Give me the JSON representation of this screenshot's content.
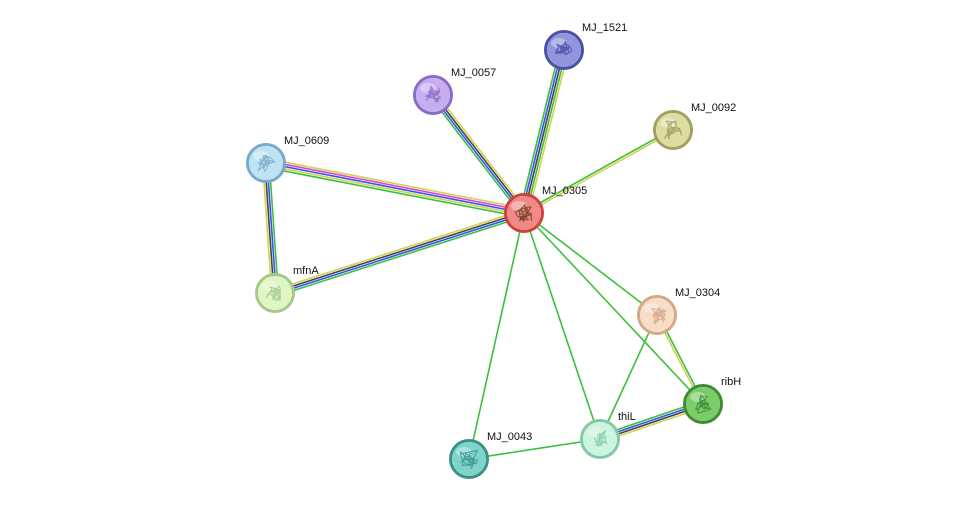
{
  "network": {
    "nodes": [
      {
        "id": "MJ_0305",
        "label": "MJ_0305",
        "color": "#f08a88",
        "stroke": "#d04040",
        "query": true,
        "icon": "protein-structure-icon"
      },
      {
        "id": "MJ_1521",
        "label": "MJ_1521",
        "color": "#8f96dc",
        "stroke": "#4a50a8",
        "icon": "protein-structure-icon"
      },
      {
        "id": "MJ_0057",
        "label": "MJ_0057",
        "color": "#c8aef0",
        "stroke": "#8a6cc8",
        "icon": "protein-structure-icon"
      },
      {
        "id": "MJ_0092",
        "label": "MJ_0092",
        "color": "#dedca2",
        "stroke": "#a0a060",
        "icon": "protein-structure-icon"
      },
      {
        "id": "MJ_0609",
        "label": "MJ_0609",
        "color": "#bfe3f5",
        "stroke": "#78aacb",
        "icon": "protein-structure-icon"
      },
      {
        "id": "mfnA",
        "label": "mfnA",
        "color": "#dff5c4",
        "stroke": "#a4c888",
        "icon": "protein-structure-icon"
      },
      {
        "id": "MJ_0304",
        "label": "MJ_0304",
        "color": "#f7dcc6",
        "stroke": "#d2a888",
        "icon": "protein-structure-icon"
      },
      {
        "id": "ribH",
        "label": "ribH",
        "color": "#7ccc6a",
        "stroke": "#3e8a36",
        "icon": "protein-structure-icon"
      },
      {
        "id": "thiL",
        "label": "thiL",
        "color": "#cbf5df",
        "stroke": "#86c8a6",
        "icon": "protein-structure-icon"
      },
      {
        "id": "MJ_0043",
        "label": "MJ_0043",
        "color": "#7fd3cb",
        "stroke": "#3a9088",
        "icon": "protein-structure-icon"
      }
    ],
    "edges": [
      {
        "from": "MJ_0305",
        "to": "MJ_1521",
        "colors": [
          "#3cc03c",
          "#3355ee",
          "#444444",
          "#3cc03c",
          "#d2d250"
        ]
      },
      {
        "from": "MJ_0305",
        "to": "MJ_0057",
        "colors": [
          "#3cc03c",
          "#3355ee",
          "#444444",
          "#d2d250"
        ]
      },
      {
        "from": "MJ_0305",
        "to": "MJ_0092",
        "colors": [
          "#3cc03c",
          "#d2d250"
        ]
      },
      {
        "from": "MJ_0305",
        "to": "MJ_0609",
        "colors": [
          "#3cc03c",
          "#d2d250",
          "#3355ee",
          "#dd44dd",
          "#d2d250"
        ]
      },
      {
        "from": "MJ_0305",
        "to": "mfnA",
        "colors": [
          "#3cc03c",
          "#3355ee",
          "#444444",
          "#d2d250"
        ]
      },
      {
        "from": "MJ_0609",
        "to": "mfnA",
        "colors": [
          "#3cc03c",
          "#3355ee",
          "#444444",
          "#d2d250"
        ]
      },
      {
        "from": "MJ_0305",
        "to": "MJ_0304",
        "colors": [
          "#3cc03c"
        ]
      },
      {
        "from": "MJ_0305",
        "to": "ribH",
        "colors": [
          "#3cc03c"
        ]
      },
      {
        "from": "MJ_0305",
        "to": "thiL",
        "colors": [
          "#3cc03c"
        ]
      },
      {
        "from": "MJ_0305",
        "to": "MJ_0043",
        "colors": [
          "#3cc03c"
        ]
      },
      {
        "from": "MJ_0304",
        "to": "ribH",
        "colors": [
          "#3cc03c",
          "#d2d250"
        ]
      },
      {
        "from": "MJ_0304",
        "to": "thiL",
        "colors": [
          "#3cc03c"
        ]
      },
      {
        "from": "thiL",
        "to": "ribH",
        "colors": [
          "#3cc03c",
          "#3355ee",
          "#444444",
          "#d2d250"
        ]
      },
      {
        "from": "thiL",
        "to": "MJ_0043",
        "colors": [
          "#3cc03c"
        ]
      }
    ]
  }
}
